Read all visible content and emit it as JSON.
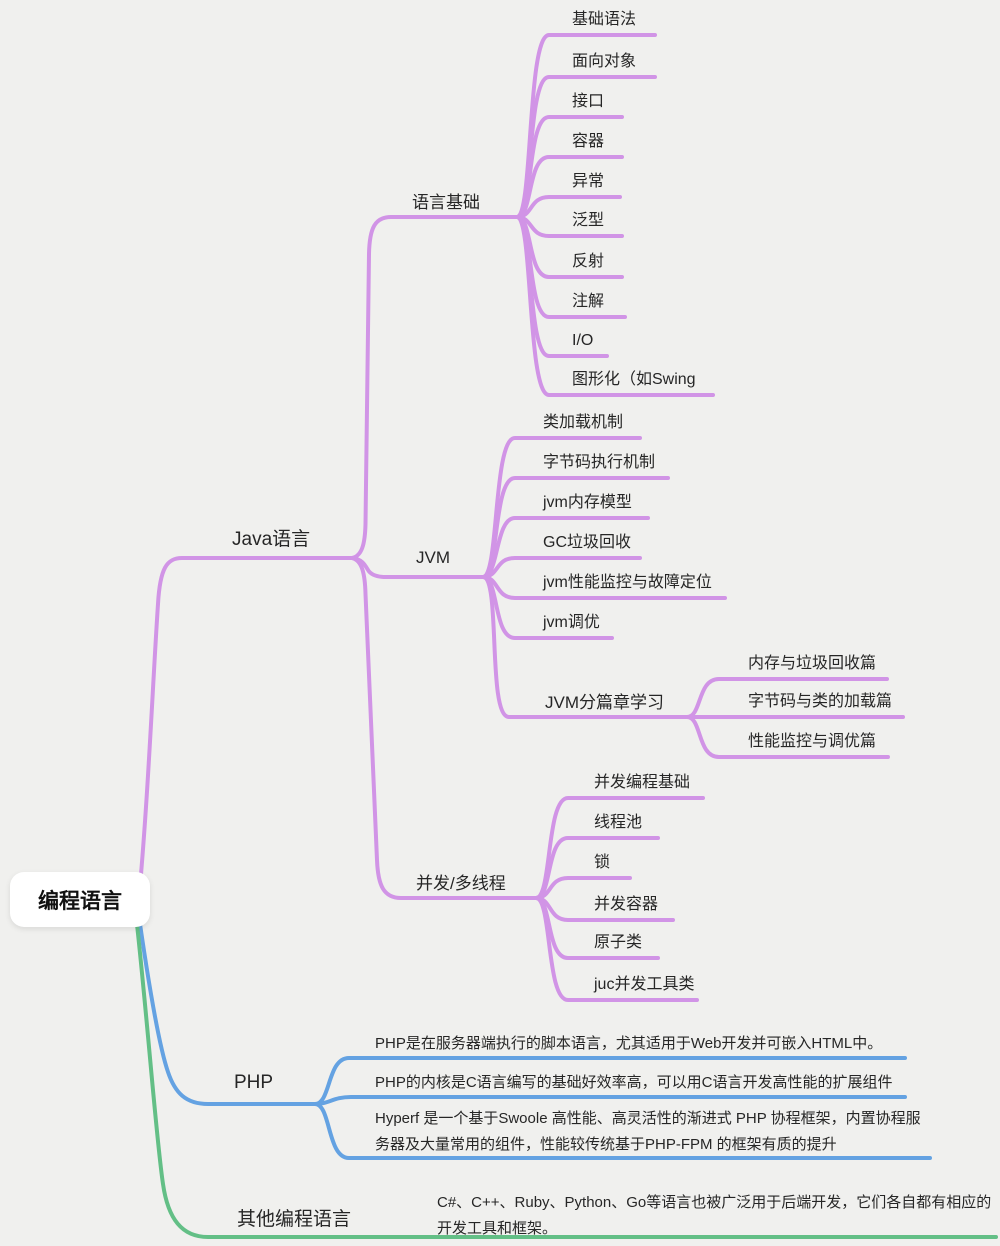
{
  "root": {
    "label": "编程语言"
  },
  "branches": {
    "java": {
      "label": "Java语言",
      "children": {
        "basics": {
          "label": "语言基础",
          "items": [
            "基础语法",
            "面向对象",
            "接口",
            "容器",
            "异常",
            "泛型",
            "反射",
            "注解",
            "I/O",
            "图形化（如Swing"
          ]
        },
        "jvm": {
          "label": "JVM",
          "items": [
            "类加载机制",
            "字节码执行机制",
            "jvm内存模型",
            "GC垃圾回收",
            "jvm性能监控与故障定位",
            "jvm调优"
          ],
          "chapters": {
            "label": "JVM分篇章学习",
            "items": [
              "内存与垃圾回收篇",
              "字节码与类的加载篇",
              "性能监控与调优篇"
            ]
          }
        },
        "concurrency": {
          "label": "并发/多线程",
          "items": [
            "并发编程基础",
            "线程池",
            "锁",
            "并发容器",
            "原子类",
            "juc并发工具类"
          ]
        }
      }
    },
    "php": {
      "label": "PHP",
      "notes": [
        "PHP是在服务器端执行的脚本语言，尤其适用于Web开发并可嵌入HTML中。",
        "PHP的内核是C语言编写的基础好效率高，可以用C语言开发高性能的扩展组件",
        "Hyperf 是一个基于Swoole 高性能、高灵活性的渐进式 PHP 协程框架，内置协程服务器及大量常用的组件，性能较传统基于PHP-FPM 的框架有质的提升"
      ]
    },
    "other": {
      "label": "其他编程语言",
      "note": "C#、C++、Ruby、Python、Go等语言也被广泛用于后端开发，它们各自都有相应的开发工具和框架。"
    }
  },
  "colors": {
    "purple": "#d194e6",
    "blue": "#64a2e2",
    "green": "#63bf86",
    "background": "#f0f0ee",
    "node_bg": "#ffffff"
  }
}
